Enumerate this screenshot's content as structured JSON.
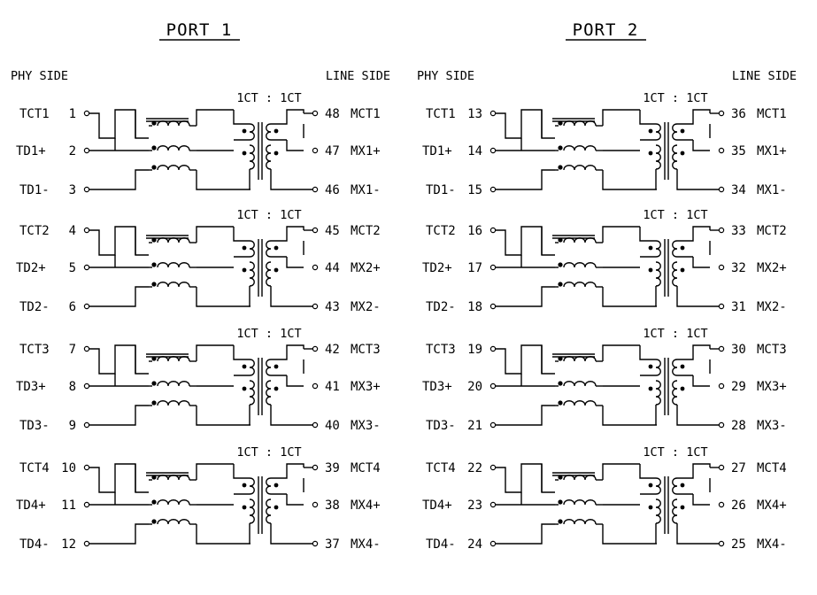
{
  "ports": [
    {
      "title": "PORT 1",
      "phy_side_label": "PHY SIDE",
      "line_side_label": "LINE SIDE",
      "channels": [
        {
          "ct_name": "TCT1",
          "ct_pin": "1",
          "p_name": "TD1+",
          "p_pin": "2",
          "n_name": "TD1-",
          "n_pin": "3",
          "ratio": "1CT : 1CT",
          "mct_pin": "48",
          "mct_name": "MCT1",
          "mxp_pin": "47",
          "mxp_name": "MX1+",
          "mxn_pin": "46",
          "mxn_name": "MX1-"
        },
        {
          "ct_name": "TCT2",
          "ct_pin": "4",
          "p_name": "TD2+",
          "p_pin": "5",
          "n_name": "TD2-",
          "n_pin": "6",
          "ratio": "1CT : 1CT",
          "mct_pin": "45",
          "mct_name": "MCT2",
          "mxp_pin": "44",
          "mxp_name": "MX2+",
          "mxn_pin": "43",
          "mxn_name": "MX2-"
        },
        {
          "ct_name": "TCT3",
          "ct_pin": "7",
          "p_name": "TD3+",
          "p_pin": "8",
          "n_name": "TD3-",
          "n_pin": "9",
          "ratio": "1CT : 1CT",
          "mct_pin": "42",
          "mct_name": "MCT3",
          "mxp_pin": "41",
          "mxp_name": "MX3+",
          "mxn_pin": "40",
          "mxn_name": "MX3-"
        },
        {
          "ct_name": "TCT4",
          "ct_pin": "10",
          "p_name": "TD4+",
          "p_pin": "11",
          "n_name": "TD4-",
          "n_pin": "12",
          "ratio": "1CT : 1CT",
          "mct_pin": "39",
          "mct_name": "MCT4",
          "mxp_pin": "38",
          "mxp_name": "MX4+",
          "mxn_pin": "37",
          "mxn_name": "MX4-"
        }
      ]
    },
    {
      "title": "PORT 2",
      "phy_side_label": "PHY SIDE",
      "line_side_label": "LINE SIDE",
      "channels": [
        {
          "ct_name": "TCT1",
          "ct_pin": "13",
          "p_name": "TD1+",
          "p_pin": "14",
          "n_name": "TD1-",
          "n_pin": "15",
          "ratio": "1CT : 1CT",
          "mct_pin": "36",
          "mct_name": "MCT1",
          "mxp_pin": "35",
          "mxp_name": "MX1+",
          "mxn_pin": "34",
          "mxn_name": "MX1-"
        },
        {
          "ct_name": "TCT2",
          "ct_pin": "16",
          "p_name": "TD2+",
          "p_pin": "17",
          "n_name": "TD2-",
          "n_pin": "18",
          "ratio": "1CT : 1CT",
          "mct_pin": "33",
          "mct_name": "MCT2",
          "mxp_pin": "32",
          "mxp_name": "MX2+",
          "mxn_pin": "31",
          "mxn_name": "MX2-"
        },
        {
          "ct_name": "TCT3",
          "ct_pin": "19",
          "p_name": "TD3+",
          "p_pin": "20",
          "n_name": "TD3-",
          "n_pin": "21",
          "ratio": "1CT : 1CT",
          "mct_pin": "30",
          "mct_name": "MCT3",
          "mxp_pin": "29",
          "mxp_name": "MX3+",
          "mxn_pin": "28",
          "mxn_name": "MX3-"
        },
        {
          "ct_name": "TCT4",
          "ct_pin": "22",
          "p_name": "TD4+",
          "p_pin": "23",
          "n_name": "TD4-",
          "n_pin": "24",
          "ratio": "1CT : 1CT",
          "mct_pin": "27",
          "mct_name": "MCT4",
          "mxp_pin": "26",
          "mxp_name": "MX4+",
          "mxn_pin": "25",
          "mxn_name": "MX4-"
        }
      ]
    }
  ]
}
